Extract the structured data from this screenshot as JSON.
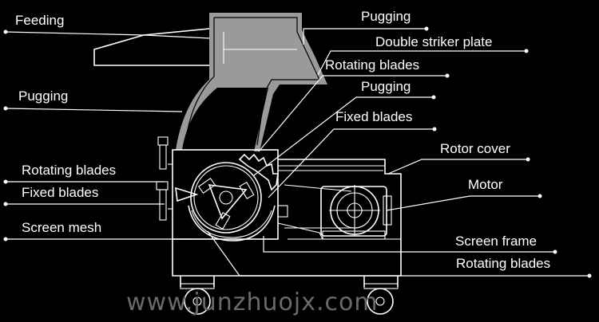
{
  "labels": {
    "feeding": "Feeding",
    "pugging_top": "Pugging",
    "double_striker_plate": "Double striker plate",
    "rotating_blades_top": "Rotating blades",
    "pugging_left": "Pugging",
    "pugging_mid": "Pugging",
    "fixed_blades_right": "Fixed blades",
    "rotor_cover": "Rotor cover",
    "rotating_blades_left": "Rotating blades",
    "fixed_blades_left": "Fixed blades",
    "motor": "Motor",
    "screen_mesh": "Screen mesh",
    "screen_frame": "Screen frame",
    "rotating_blades_bottom": "Rotating blades"
  },
  "watermark": "www.junzhuojx.com",
  "colors": {
    "background": "#000000",
    "lines": "#ffffff",
    "hopper_fill": "#9a9a9a",
    "watermark": "#6a6a6a"
  }
}
